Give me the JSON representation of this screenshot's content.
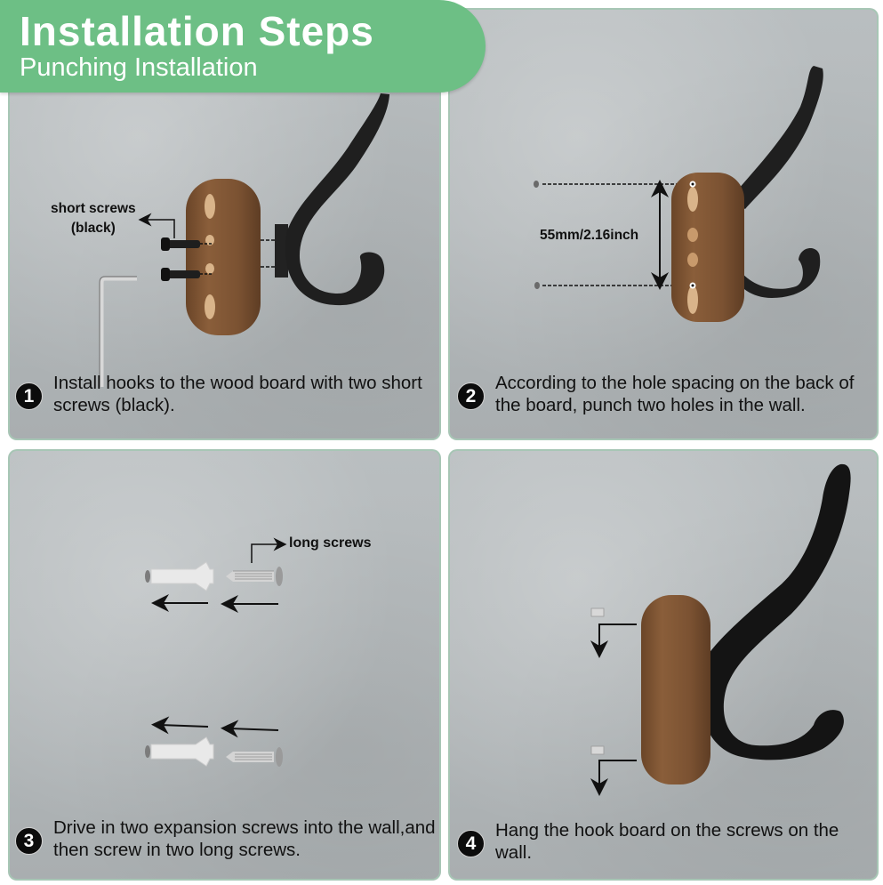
{
  "header": {
    "title": "Installation Steps",
    "subtitle": "Punching Installation",
    "color": "#6dbf85"
  },
  "steps": [
    {
      "number": "1",
      "text": "Install hooks to the wood board with two short screws (black).",
      "callout": "short screws\n(black)"
    },
    {
      "number": "2",
      "text": "According to the hole spacing on the back of the board, punch two holes in the wall.",
      "callout": "55mm/2.16inch"
    },
    {
      "number": "3",
      "text": "Drive in two expansion screws into the wall,and then screw in two long screws.",
      "callout": "long screws"
    },
    {
      "number": "4",
      "text": "Hang the hook board on the screws on the wall."
    }
  ],
  "callouts": {
    "short_screws_line1": "short screws",
    "short_screws_line2": "(black)",
    "hole_spacing": "55mm/2.16inch",
    "long_screws": "long screws"
  },
  "colors": {
    "wood": "#7a5332",
    "hook": "#1a1a1a",
    "panel_border": "#a7c6b5",
    "panel_bg": "#b5babc"
  }
}
